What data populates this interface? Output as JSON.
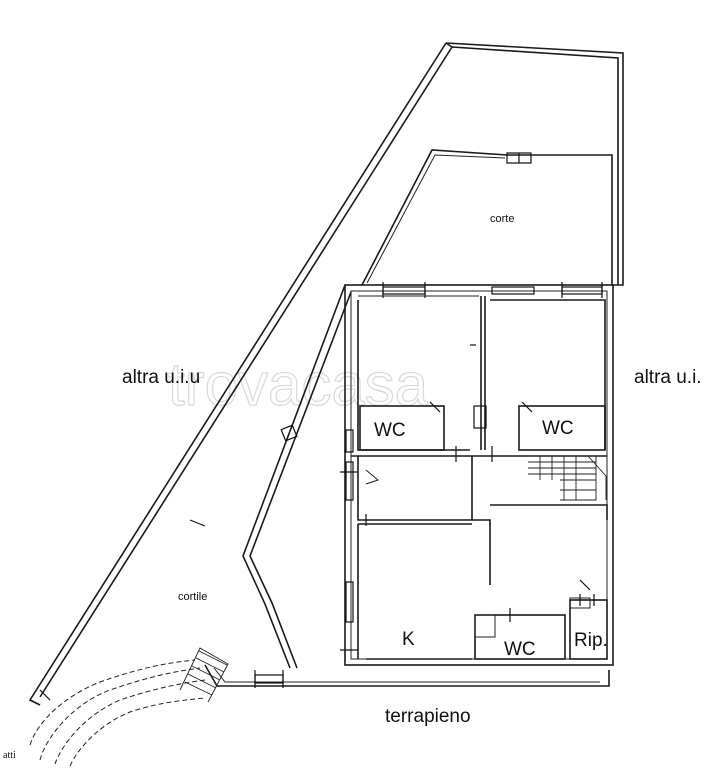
{
  "labels": {
    "corte": "corte",
    "cortile": "cortile",
    "altra_left": "altra u.i.u",
    "altra_right": "altra u.i.",
    "wc_upper_left": "WC",
    "wc_upper_right": "WC",
    "wc_lower": "WC",
    "kitchen": "K",
    "storage": "Rip.",
    "terrapieno": "terrapieno",
    "atti": "atti"
  },
  "watermark": "trovacasa"
}
